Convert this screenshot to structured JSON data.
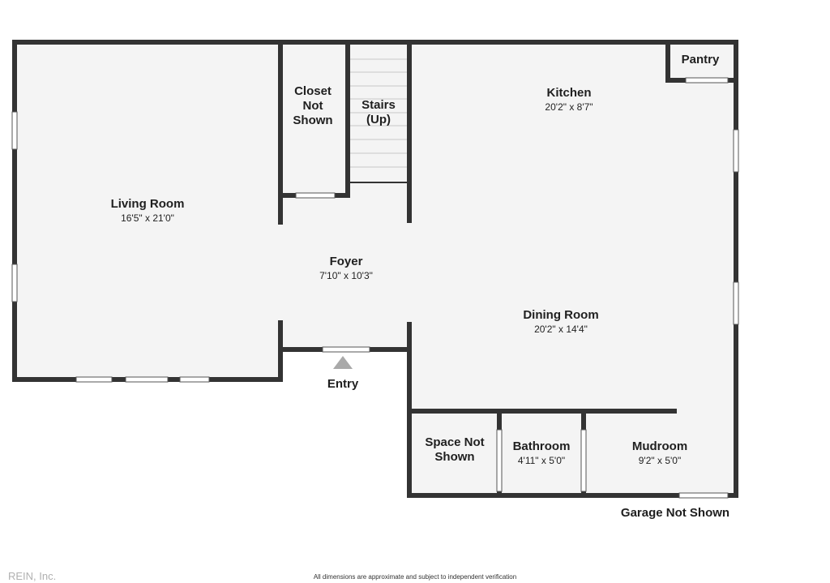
{
  "rooms": {
    "living_room": {
      "name": "Living Room",
      "dims": "16'5\" x 21'0\""
    },
    "closet": {
      "name_lines": [
        "Closet",
        "Not",
        "Shown"
      ]
    },
    "stairs": {
      "name_lines": [
        "Stairs",
        "(Up)"
      ]
    },
    "kitchen": {
      "name": "Kitchen",
      "dims": "20'2\" x 8'7\""
    },
    "pantry": {
      "name": "Pantry"
    },
    "foyer": {
      "name": "Foyer",
      "dims": "7'10\" x 10'3\""
    },
    "dining_room": {
      "name": "Dining Room",
      "dims": "20'2\" x 14'4\""
    },
    "space_not_shown": {
      "name_lines": [
        "Space Not",
        "Shown"
      ]
    },
    "bathroom": {
      "name": "Bathroom",
      "dims": "4'11\" x 5'0\""
    },
    "mudroom": {
      "name": "Mudroom",
      "dims": "9'2\" x 5'0\""
    }
  },
  "exterior": {
    "entry": "Entry",
    "garage": "Garage Not Shown"
  },
  "footer": {
    "note": "All dimensions are approximate and subject to independent verification",
    "watermark": "REIN, Inc."
  },
  "colors": {
    "wall": "#333333",
    "floor": "#f4f4f4",
    "entry_marker": "#a9a9a9"
  }
}
